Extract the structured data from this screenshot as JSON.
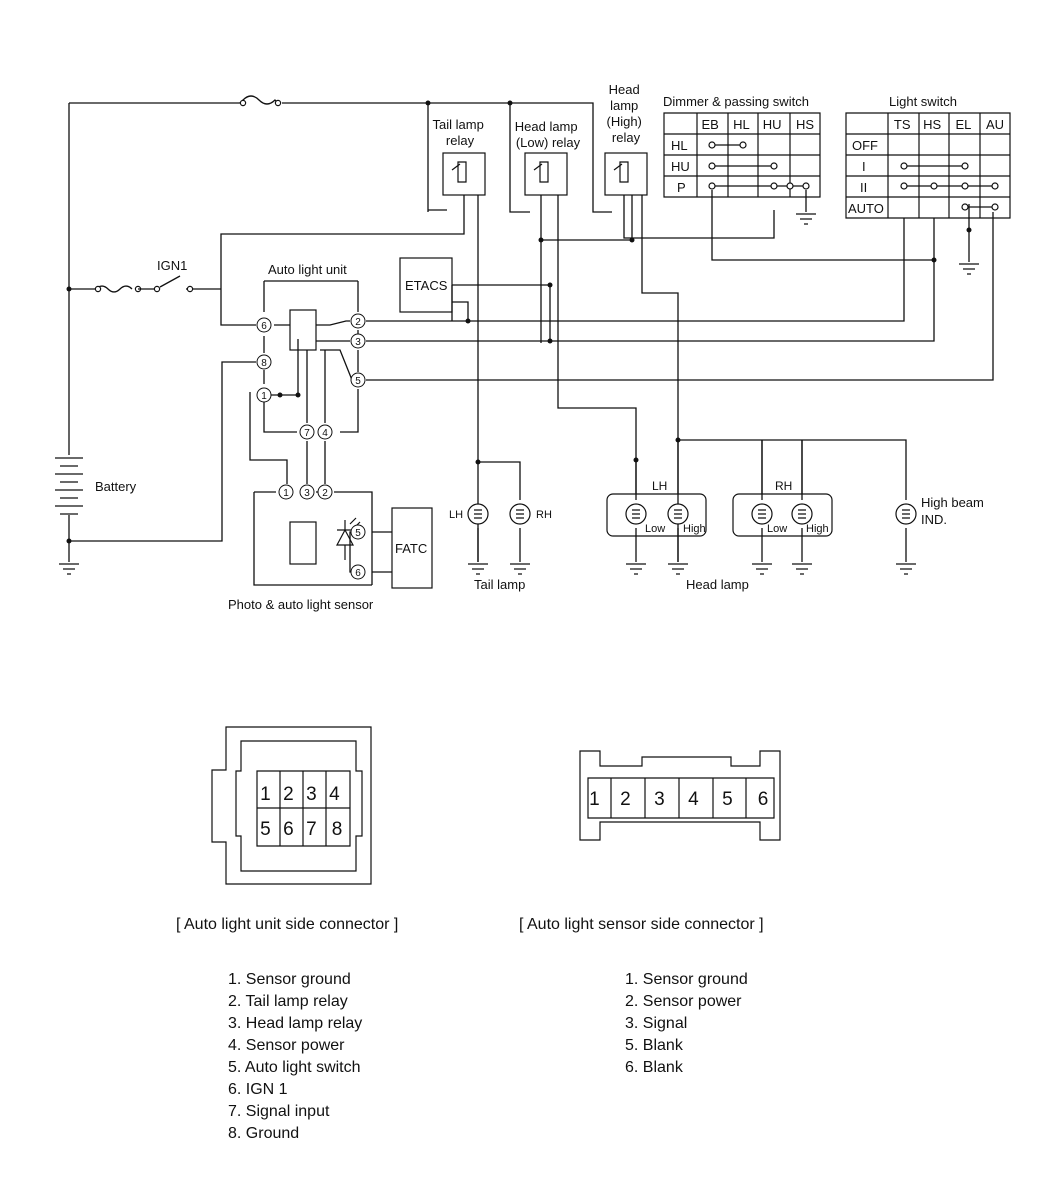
{
  "diagram": {
    "tail_relay": [
      "Tail lamp",
      "relay"
    ],
    "low_relay": [
      "Head lamp",
      "(Low) relay"
    ],
    "high_relay": [
      "Head",
      "lamp",
      "(High)",
      "relay"
    ],
    "dimmer": {
      "title": "Dimmer & passing switch",
      "cols": [
        "EB",
        "HL",
        "HU",
        "HS"
      ],
      "rows": [
        "HL",
        "HU",
        "P"
      ]
    },
    "light_switch": {
      "title": "Light switch",
      "cols": [
        "TS",
        "HS",
        "EL",
        "AU"
      ],
      "rows": [
        "OFF",
        "I",
        "II",
        "AUTO"
      ]
    },
    "ign1": "IGN1",
    "auto_light_unit": "Auto light unit",
    "etacs": "ETACS",
    "battery": "Battery",
    "fatc": "FATC",
    "sensor_label": "Photo & auto light sensor",
    "tail_lamp": "Tail lamp",
    "head_lamp": "Head lamp",
    "lh": "LH",
    "rh": "RH",
    "low": "Low",
    "high": "High",
    "high_beam": [
      "High beam",
      "IND."
    ],
    "unit_pins": [
      "6",
      "8",
      "1",
      "2",
      "3",
      "5",
      "7",
      "4"
    ],
    "sensor_pins": [
      "1",
      "3",
      "2",
      "5",
      "6"
    ]
  },
  "connectors": {
    "unit_top": [
      "1",
      "2",
      "3",
      "4"
    ],
    "unit_bottom": [
      "5",
      "6",
      "7",
      "8"
    ],
    "sensor": [
      "1",
      "2",
      "3",
      "4",
      "5",
      "6"
    ],
    "unit_caption": "[ Auto light unit side connector ]",
    "sensor_caption": "[ Auto light sensor side connector ]"
  },
  "unit_pinout": [
    "1. Sensor ground",
    "2. Tail lamp relay",
    "3. Head lamp relay",
    "4. Sensor power",
    "5. Auto light switch",
    "6. IGN 1",
    "7. Signal input",
    "8. Ground"
  ],
  "sensor_pinout": [
    "1. Sensor ground",
    "2. Sensor power",
    "3. Signal",
    "5. Blank",
    "6. Blank"
  ]
}
